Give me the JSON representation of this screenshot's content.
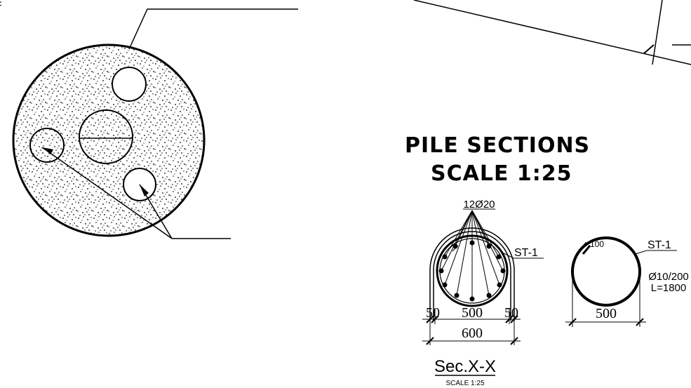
{
  "titles": {
    "line1": "PILE SECTIONS",
    "line2": "SCALE 1:25"
  },
  "section_xx": {
    "rebar_label": "12Ø20",
    "stirrup_label": "ST-1",
    "dim_cover_left": "50",
    "dim_core": "500",
    "dim_cover_right": "50",
    "dim_overall": "600",
    "section_title": "Sec.X-X",
    "section_scale": "SCALE 1:25"
  },
  "stirrup_detail": {
    "hook_label": "100",
    "stirrup_label": "ST-1",
    "spec_line1": "Ø10/200",
    "spec_line2": "L=1800",
    "dim_diameter": "500"
  },
  "top_left_mark": "F"
}
